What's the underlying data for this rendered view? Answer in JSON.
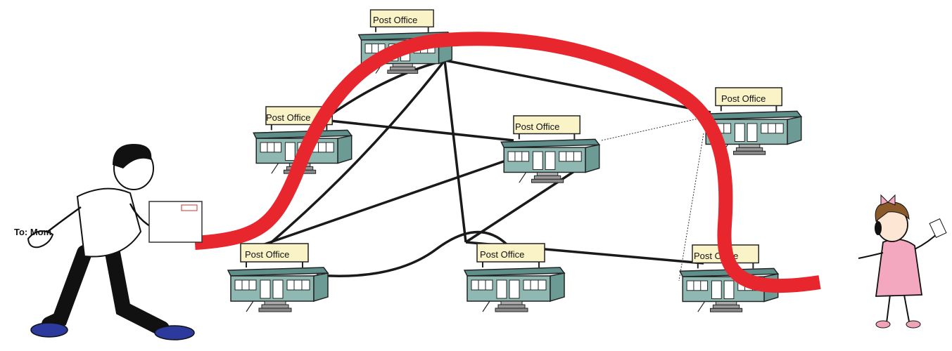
{
  "post_office_label": "Post Office",
  "letter_address": "To: Mom",
  "post_offices": [
    {
      "id": "top"
    },
    {
      "id": "upper-left"
    },
    {
      "id": "center"
    },
    {
      "id": "upper-right"
    },
    {
      "id": "lower-left"
    },
    {
      "id": "lower-middle"
    },
    {
      "id": "lower-right"
    }
  ],
  "colors": {
    "route": "#e8262d",
    "link": "#1a1a1a",
    "building": "#8fb8b2",
    "sign": "#fbf3c8"
  }
}
